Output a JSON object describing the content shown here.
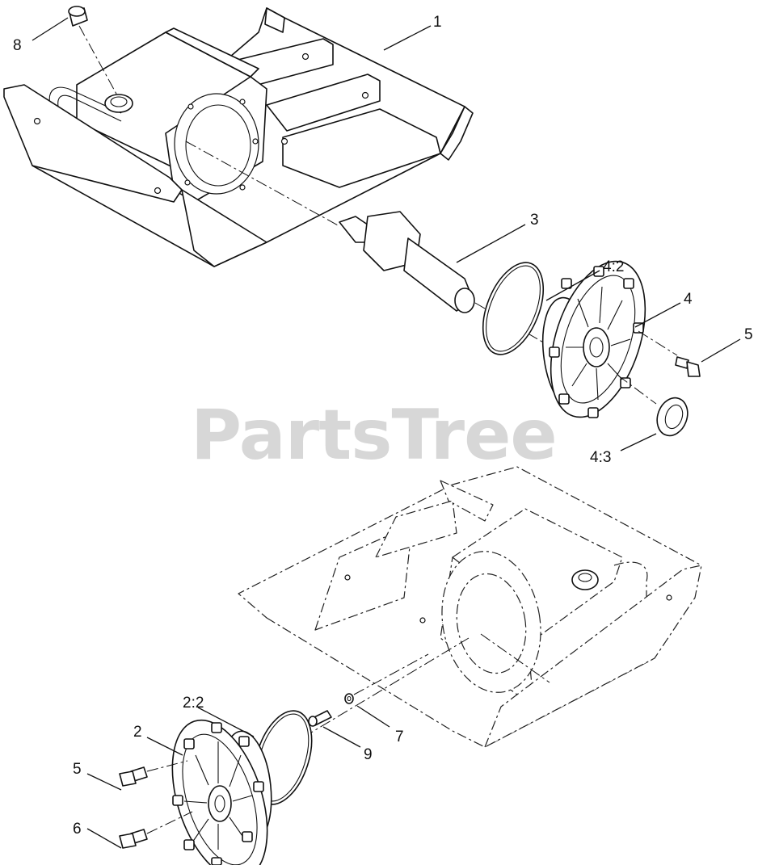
{
  "watermark": "PartsTree",
  "callouts": [
    {
      "id": "c1",
      "text": "1"
    },
    {
      "id": "c8",
      "text": "8"
    },
    {
      "id": "c3",
      "text": "3"
    },
    {
      "id": "c4_2",
      "text": "4:2"
    },
    {
      "id": "c4",
      "text": "4"
    },
    {
      "id": "c5a",
      "text": "5"
    },
    {
      "id": "c4_3",
      "text": "4:3"
    },
    {
      "id": "c2_2",
      "text": "2:2"
    },
    {
      "id": "c2",
      "text": "2"
    },
    {
      "id": "c7",
      "text": "7"
    },
    {
      "id": "c9",
      "text": "9"
    },
    {
      "id": "c5b",
      "text": "5"
    },
    {
      "id": "c6",
      "text": "6"
    }
  ]
}
